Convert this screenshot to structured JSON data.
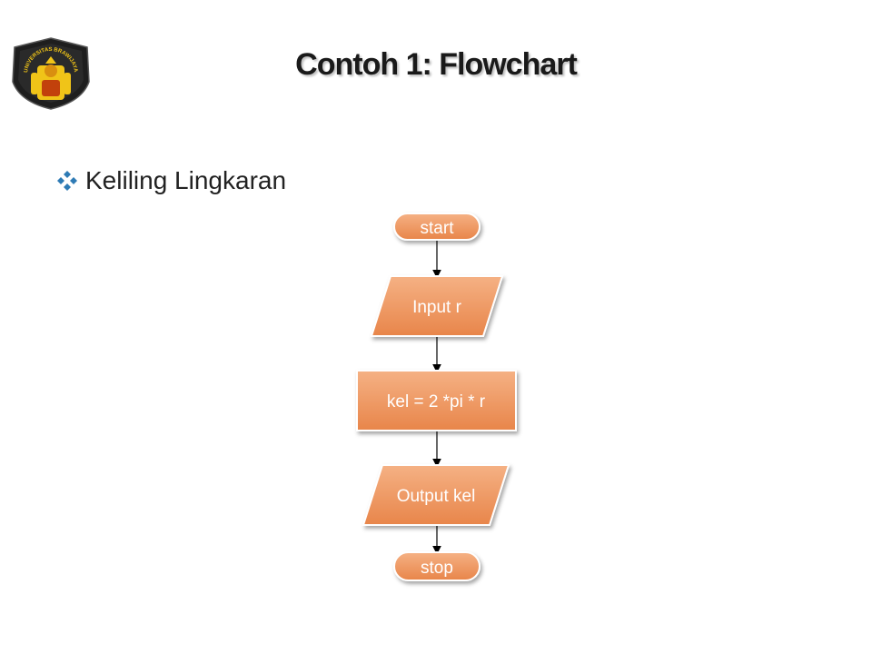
{
  "slide": {
    "title": "Contoh 1: Flowchart",
    "bullet_text": "Keliling Lingkaran",
    "logo_text": "UNIVERSITAS BRAWIJAYA"
  },
  "flowchart": {
    "nodes": [
      {
        "id": "start",
        "shape": "terminator",
        "label": "start"
      },
      {
        "id": "input",
        "shape": "parallelogram",
        "label": "Input r"
      },
      {
        "id": "process",
        "shape": "rectangle",
        "label": "kel = 2 *pi * r"
      },
      {
        "id": "output",
        "shape": "parallelogram",
        "label": "Output kel"
      },
      {
        "id": "stop",
        "shape": "terminator",
        "label": "stop"
      }
    ],
    "edges": [
      [
        "start",
        "input"
      ],
      [
        "input",
        "process"
      ],
      [
        "process",
        "output"
      ],
      [
        "output",
        "stop"
      ]
    ]
  },
  "colors": {
    "node_fill_top": "#f5b184",
    "node_fill_bottom": "#e8854a",
    "node_stroke": "#ffffff",
    "arrow": "#000000",
    "logo_outer": "#1e1e1e",
    "logo_gold": "#f0c418",
    "bullet": "#2e7bb5"
  }
}
